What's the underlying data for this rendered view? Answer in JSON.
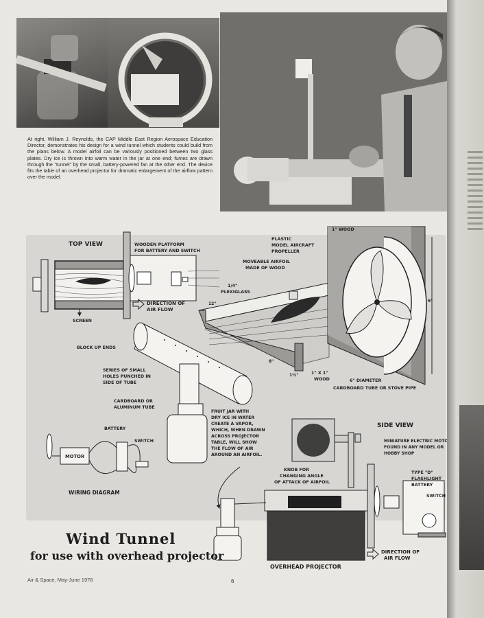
{
  "caption": "At right, William J. Reynolds, the CAP Middle East Region Aerospace Education Director, demonstrates his design for a wind tunnel which students could build from the plans below. A model airfoil can be variously positioned between two glass plates. Dry ice is thrown into warm water in the jar at one end; fumes are drawn through the \"tunnel\" by the small, battery-powered fan at the other end. The device fits the table of an overhead projector for dramatic enlargement of the airflow pattern over the model.",
  "headline": {
    "line1": "Wind Tunnel",
    "line2": "for use with overhead projector"
  },
  "footer": {
    "publication": "Air & Space, May-June 1978",
    "page_number": "6"
  },
  "diagram": {
    "top_view": "TOP VIEW",
    "wooden_platform": [
      "WOODEN PLATFORM",
      "FOR BATTERY AND SWITCH"
    ],
    "direction_of_air_flow": [
      "DIRECTION OF",
      "AIR FLOW"
    ],
    "screen": "SCREEN",
    "block_up_ends": "BLOCK UP ENDS",
    "plexiglass": [
      "1/4\"",
      "PLEXIGLASS"
    ],
    "moveable_airfoil": [
      "MOVEABLE AIRFOIL",
      "MADE OF WOOD"
    ],
    "plastic_propeller": [
      "PLASTIC",
      "MODEL AIRCRAFT",
      "PROPELLER"
    ],
    "one_inch_wood_top": "1\" WOOD",
    "dim_12": "12\"",
    "dim_8": "8\"",
    "dim_6": "6\"",
    "dim_1_half": "1½\"",
    "one_by_one_wood": [
      "1\" X 1\"",
      "WOOD"
    ],
    "tube_label": [
      "6\" DIAMETER",
      "CARDBOARD TUBE OR STOVE PIPE"
    ],
    "series_holes": [
      "SERIES OF SMALL",
      "HOLES PUNCHED IN",
      "SIDE OF TUBE"
    ],
    "cardboard_tube": [
      "CARDBOARD OR",
      "ALUMINUM TUBE"
    ],
    "fruit_jar": [
      "FRUIT JAR WITH",
      "DRY ICE IN WATER",
      "CREATE A VAPOR,",
      "WHICH, WHEN DRAWN",
      "ACROSS PROJECTOR",
      "TABLE, WILL SHOW",
      "THE FLOW OF AIR",
      "AROUND AN AIRFOIL."
    ],
    "battery": "BATTERY",
    "switch": "SWITCH",
    "motor": "MOTOR",
    "wiring_diagram": "WIRING DIAGRAM",
    "side_view": "SIDE VIEW",
    "miniature_motor": [
      "MINIATURE ELECTRIC MOTOR",
      "FOUND IN ANY MODEL OR",
      "HOBBY SHOP"
    ],
    "flashlight_battery": [
      "TYPE \"D\"",
      "FLASHLIGHT",
      "BATTERY"
    ],
    "switch_side": "SWITCH",
    "knob": [
      "KNOB FOR",
      "CHANGING ANGLE",
      "OF ATTACK OF AIRFOIL"
    ],
    "overhead_projector": "OVERHEAD PROJECTOR",
    "direction_side": [
      "DIRECTION OF",
      "AIR FLOW"
    ]
  }
}
